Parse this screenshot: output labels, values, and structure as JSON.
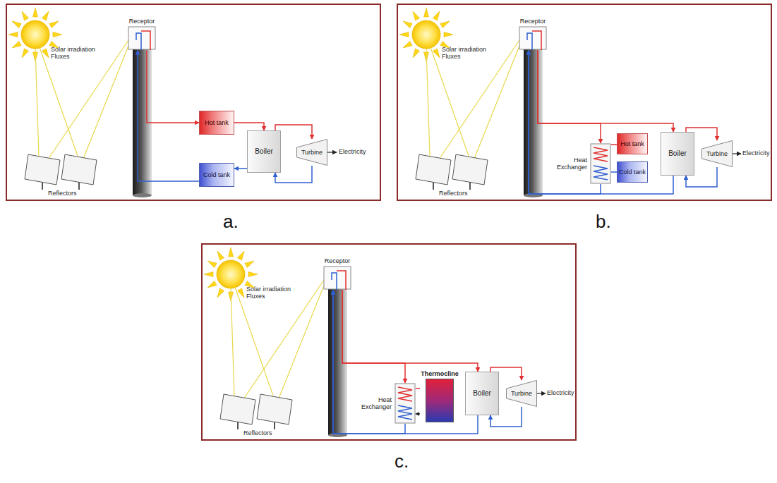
{
  "diagram": {
    "nodes": [
      {
        "text": [
          "a."
        ]
      },
      {
        "text": [
          "Receptor"
        ],
        "in": 0
      },
      {
        "text": [
          "Hot tank"
        ],
        "in": 0
      },
      {
        "text": [
          "Cold tank"
        ],
        "in": 0
      },
      {
        "text": [
          "Boiler"
        ],
        "in": 0
      },
      {
        "text": [
          "Turbine"
        ],
        "in": 0
      },
      {
        "text": [
          "b."
        ]
      },
      {
        "text": [
          "Receptor"
        ],
        "in": 6
      },
      {
        "text": [
          "Heat Exchanger"
        ],
        "in": 6
      },
      {
        "text": [
          "Hot tank"
        ],
        "in": 6
      },
      {
        "text": [
          "Cold tank"
        ],
        "in": 6
      },
      {
        "text": [
          "Boiler"
        ],
        "in": 6
      },
      {
        "text": [
          "Turbine"
        ],
        "in": 6
      },
      {
        "text": [
          "c."
        ]
      },
      {
        "text": [
          "Receptor"
        ],
        "in": 13
      },
      {
        "text": [
          "Heat Exchanger"
        ],
        "in": 13
      },
      {
        "text": [
          "Thermocline"
        ],
        "in": 13
      },
      {
        "text": [
          "Boiler"
        ],
        "in": 13
      },
      {
        "text": [
          "Turbine"
        ],
        "in": 13
      }
    ],
    "edges": [
      {
        "from": 1,
        "to": 2,
        "arrow": "to"
      },
      {
        "from": 2,
        "to": 4,
        "arrow": "to"
      },
      {
        "from": 4,
        "to": 3,
        "arrow": "to"
      },
      {
        "from": 3,
        "to": 1,
        "arrow": "to"
      },
      {
        "from": 4,
        "to": 5,
        "arrow": "to"
      },
      {
        "from": 5,
        "to": 4,
        "arrow": "to"
      },
      {
        "from": 7,
        "to": 11,
        "arrow": "to"
      },
      {
        "from": 7,
        "to": 8,
        "arrow": "to"
      },
      {
        "from": 8,
        "to": 9,
        "arrow": "none"
      },
      {
        "from": 8,
        "to": 10,
        "arrow": "none"
      },
      {
        "from": 8,
        "to": 7,
        "arrow": "to"
      },
      {
        "from": 11,
        "to": 7,
        "arrow": "to"
      },
      {
        "from": 11,
        "to": 12,
        "arrow": "to"
      },
      {
        "from": 12,
        "to": 11,
        "arrow": "to"
      },
      {
        "from": 14,
        "to": 17,
        "arrow": "to"
      },
      {
        "from": 14,
        "to": 15,
        "arrow": "to"
      },
      {
        "from": 15,
        "to": 16,
        "arrow": "none"
      },
      {
        "from": 16,
        "to": 15,
        "arrow": "to"
      },
      {
        "from": 15,
        "to": 14,
        "arrow": "to"
      },
      {
        "from": 17,
        "to": 14,
        "arrow": "to"
      },
      {
        "from": 17,
        "to": 18,
        "arrow": "to"
      },
      {
        "from": 18,
        "to": 17,
        "arrow": "to"
      }
    ],
    "labels": [
      "Solar irradiation Fluxes",
      "Reflectors",
      "Electricity",
      "Solar irradiation Fluxes",
      "Reflectors",
      "Electricity",
      "Solar irradiation Fluxes",
      "Reflectors",
      "Electricity"
    ]
  }
}
